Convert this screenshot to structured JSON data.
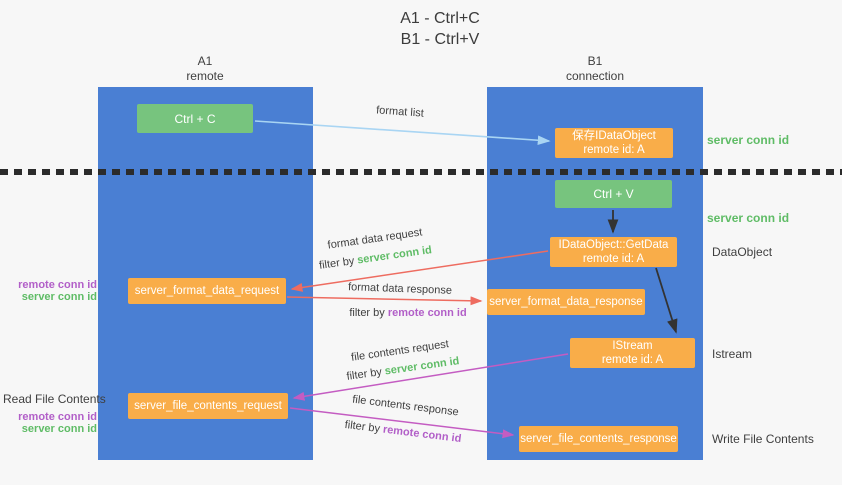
{
  "title": {
    "line1": "A1 - Ctrl+C",
    "line2": "B1 - Ctrl+V"
  },
  "lanes": {
    "left": {
      "name": "A1",
      "subtitle": "remote"
    },
    "right": {
      "name": "B1",
      "subtitle": "connection"
    }
  },
  "nodes": {
    "ctrl_c": {
      "label": "Ctrl + C"
    },
    "ctrl_v": {
      "label": "Ctrl + V"
    },
    "save_dataobject": {
      "line1": "保存IDataObject",
      "line2": "remote id: A"
    },
    "getdata": {
      "line1": "IDataObject::GetData",
      "line2": "remote id: A"
    },
    "istream": {
      "line1": "IStream",
      "line2": "remote id: A"
    },
    "server_format_data_request": {
      "label": "server_format_data_request"
    },
    "server_format_data_response": {
      "label": "server_format_data_response"
    },
    "server_file_contents_request": {
      "label": "server_file_contents_request"
    },
    "server_file_contents_response": {
      "label": "server_file_contents_response"
    }
  },
  "arrows": {
    "format_list": {
      "label": "format list"
    },
    "format_data_request": {
      "label": "format data request",
      "filter_prefix": "filter by ",
      "filter_key": "server conn id"
    },
    "format_data_response": {
      "label": "format data response",
      "filter_prefix": "filter by ",
      "filter_key": "remote conn id"
    },
    "file_contents_request": {
      "label": "file contents request",
      "filter_prefix": "filter by ",
      "filter_key": "server conn id"
    },
    "file_contents_response": {
      "label": "file contents response",
      "filter_prefix": "filter by ",
      "filter_key": "remote conn id"
    }
  },
  "side_labels": {
    "server_conn_id_top": "server conn id",
    "server_conn_id_mid": "server conn id",
    "dataobject": "DataObject",
    "istream": "Istream",
    "write_file_contents": "Write File Contents",
    "read_file_contents": "Read File Contents",
    "format_remote_conn_id": "remote conn id",
    "format_server_conn_id": "server conn id",
    "file_remote_conn_id": "remote conn id",
    "file_server_conn_id": "server conn id"
  },
  "colors": {
    "lane_blue": "#4a7fd3",
    "box_green": "#77c47e",
    "box_orange": "#f9ad49",
    "label_green": "#5fbc66",
    "label_purple": "#b25fc8",
    "arrow_red": "#ee6c60",
    "arrow_magenta": "#c45cc2",
    "arrow_lightblue": "#a9d5f3",
    "arrow_black": "#333333"
  }
}
